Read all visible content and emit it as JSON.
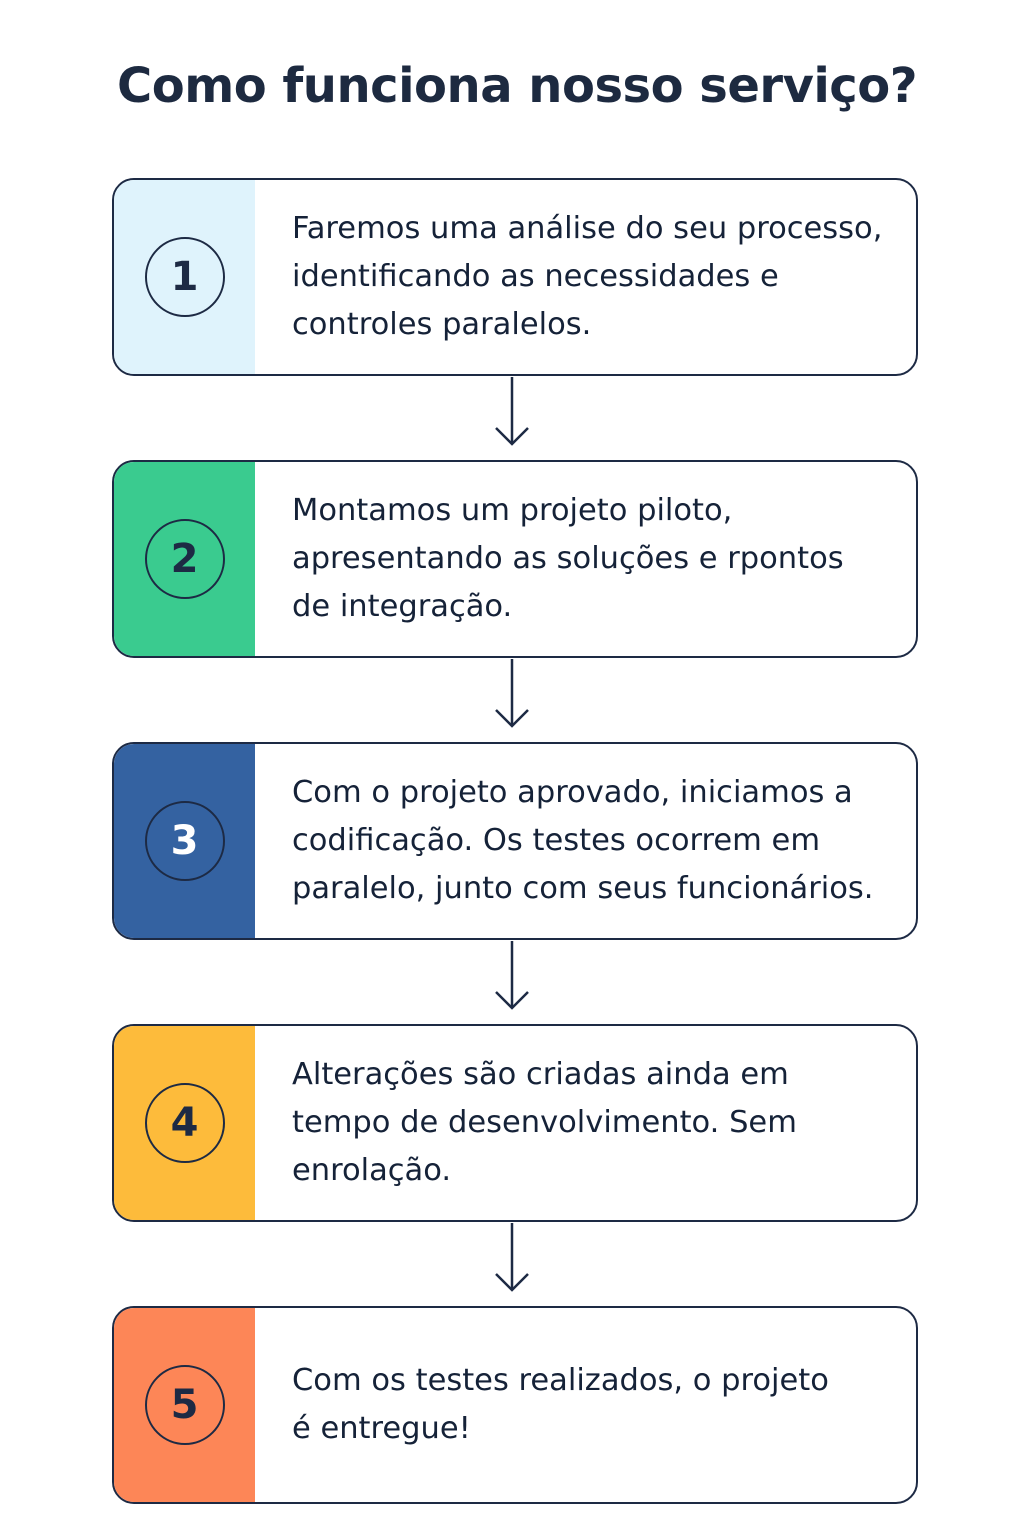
{
  "title": "Como funciona nosso serviço?",
  "colors": {
    "border": "#1d2a44",
    "step1": "#dff3fc",
    "step2": "#3acb8f",
    "step3": "#3462a1",
    "step4": "#fdbb3b",
    "step5": "#fd8657"
  },
  "steps": [
    {
      "number": "1",
      "text": "Faremos uma análise do seu processo,\nidentificando as necessidades e\ncontroles paralelos."
    },
    {
      "number": "2",
      "text": "Montamos um projeto piloto,\napresentando as soluções e rpontos\nde integração."
    },
    {
      "number": "3",
      "text": "Com o projeto aprovado, iniciamos a\ncodificação. Os testes ocorrem em\nparalelo, junto com seus funcionários."
    },
    {
      "number": "4",
      "text": "Alterações são criadas ainda em\ntempo de desenvolvimento. Sem\nenrolação."
    },
    {
      "number": "5",
      "text": "Com os testes realizados, o projeto\né entregue!"
    }
  ]
}
